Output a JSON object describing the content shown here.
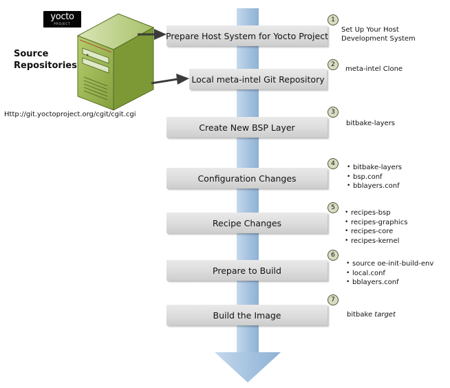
{
  "logo": {
    "text": "yocto",
    "sub": "PROJECT"
  },
  "source": {
    "title_line1": "Source",
    "title_line2": "Repositories",
    "url": "Http://git.yoctoproject.org/cgit/cgit.cgi"
  },
  "steps": [
    {
      "number": "1",
      "label": "Prepare Host System for Yocto Project",
      "note_line1": "Set Up Your Host",
      "note_line2": "Development System"
    },
    {
      "number": "2",
      "label": "Local meta-intel Git Repository",
      "note": "meta-intel Clone"
    },
    {
      "number": "3",
      "label": "Create New BSP Layer",
      "note": "bitbake-layers"
    },
    {
      "number": "4",
      "label": "Configuration Changes",
      "bullets": [
        "bitbake-layers",
        "bsp.conf",
        "bblayers.conf"
      ]
    },
    {
      "number": "5",
      "label": "Recipe Changes",
      "bullets": [
        "recipes-bsp",
        "recipes-graphics",
        "recipes-core",
        "recipes-kernel"
      ]
    },
    {
      "number": "6",
      "label": "Prepare to Build",
      "bullets": [
        "source oe-init-build-env",
        "local.conf",
        "bblayers.conf"
      ]
    },
    {
      "number": "7",
      "label": "Build the Image",
      "note_plain": "bitbake",
      "note_italic": "target"
    }
  ],
  "colors": {
    "flow_arrow": "#a9c6e2",
    "server_front": "#8faa4a",
    "server_side": "#6f8a2e",
    "step_box": "#dcdcdc",
    "number_badge": "#d7dcc2"
  },
  "icons": [
    "server-icon",
    "yocto-logo",
    "flow-arrow",
    "connector-arrow"
  ]
}
